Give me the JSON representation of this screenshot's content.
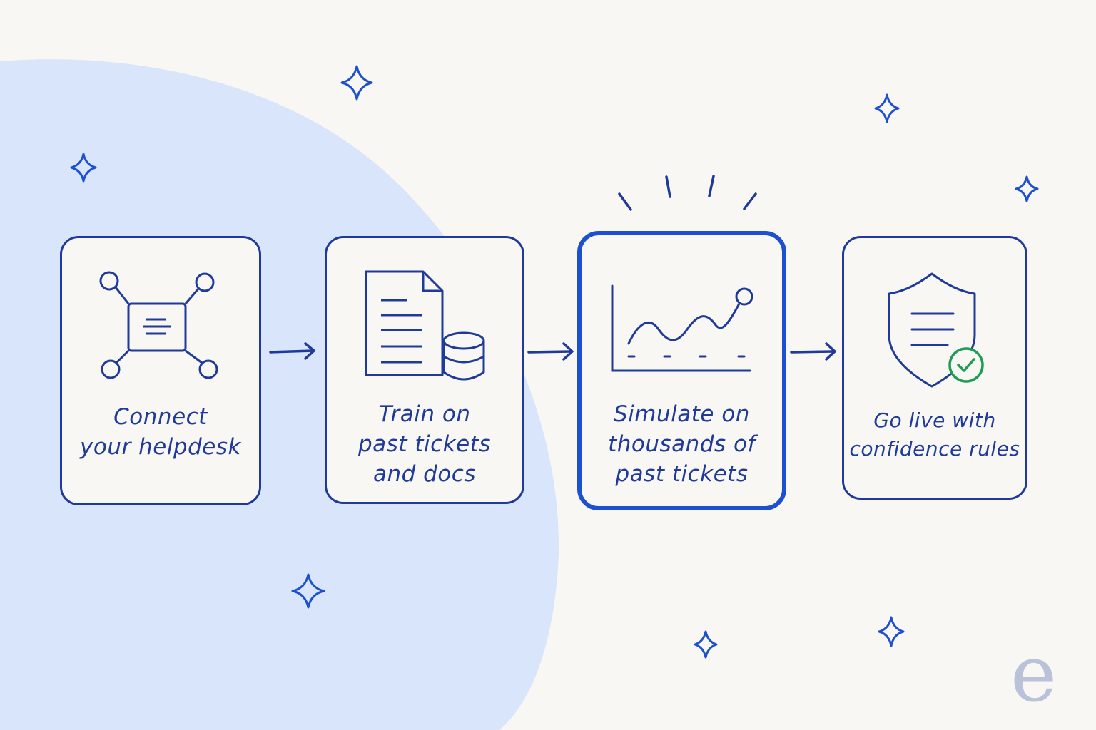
{
  "colors": {
    "background": "#f8f7f3",
    "blob": "#d9e5fb",
    "ink": "#1f3a99",
    "active_border": "#1d4fd1",
    "check": "#1f9d55",
    "brand": "#b9c2d8"
  },
  "steps": [
    {
      "icon": "network-hub-icon",
      "lines": [
        "Connect",
        "your helpdesk"
      ]
    },
    {
      "icon": "document-database-icon",
      "lines": [
        "Train on",
        "past tickets",
        "and docs"
      ]
    },
    {
      "icon": "line-chart-icon",
      "lines": [
        "Simulate on",
        "thousands of",
        "past tickets"
      ],
      "highlighted": true
    },
    {
      "icon": "shield-check-icon",
      "lines": [
        "Go live with",
        "confidence rules"
      ]
    }
  ],
  "decorations": {
    "star": "sparkle-icon",
    "arrow": "arrow-right-icon"
  },
  "brand": {
    "mark": "e"
  }
}
